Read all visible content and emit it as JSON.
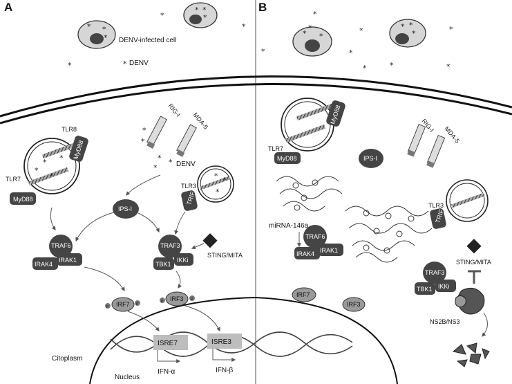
{
  "panels": {
    "a": "A",
    "b": "B"
  },
  "labels": {
    "denv_infected_cell": "DENV-infected cell",
    "denv": "DENV",
    "denv_arrow": "DENV",
    "citoplasm": "Citoplasm",
    "nucleus": "Nucleus",
    "mirna": "miRNA-146a",
    "nsp": "NS2B/NS3",
    "ifn_a": "IFN-α",
    "ifn_b": "IFN-β"
  },
  "proteins": {
    "tlr8": "TLR8",
    "tlr7": "TLR7",
    "tlr3": "TLR3",
    "myd88": "MyD88",
    "trif": "TRIF",
    "rigi": "RIG-I",
    "mda5": "MDA-5",
    "ips1": "IPS-I",
    "traf6": "TRAF6",
    "irak4": "IRAK4",
    "irak1": "IRAK1",
    "traf3": "TRAF3",
    "tbk1": "TBK1",
    "ikki": "IKKi",
    "sting": "STING/MITA",
    "irf7": "IRF7",
    "irf3": "IRF3",
    "isre7": "ISRE7",
    "isre3": "ISRE3",
    "p": "P"
  },
  "colors": {
    "dark_protein": "#454545",
    "mid_protein": "#9a9a9a",
    "cell_fill": "#d6d6d6",
    "nucleus_fill": "#444444",
    "isre_box": "#bdbdbd"
  }
}
